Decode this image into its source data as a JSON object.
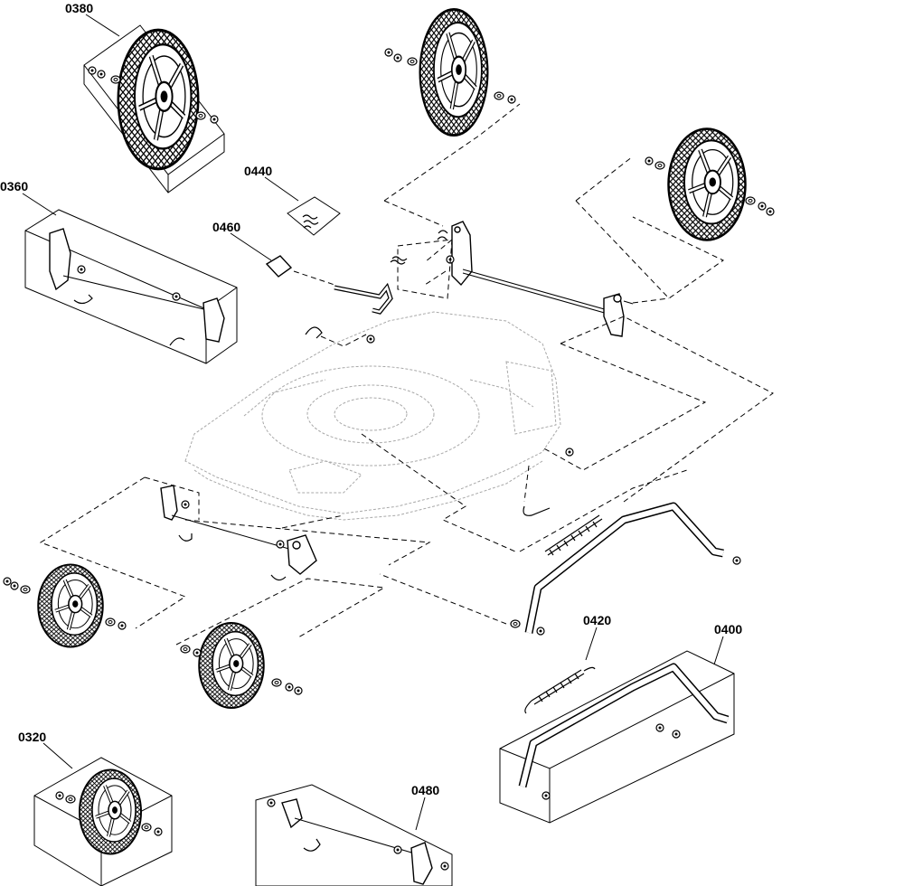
{
  "diagram": {
    "callouts": [
      {
        "id": "c0380",
        "label": "0380"
      },
      {
        "id": "c0360",
        "label": "0360"
      },
      {
        "id": "c0440",
        "label": "0440"
      },
      {
        "id": "c0460",
        "label": "0460"
      },
      {
        "id": "c0420",
        "label": "0420"
      },
      {
        "id": "c0400",
        "label": "0400"
      },
      {
        "id": "c0320",
        "label": "0320"
      },
      {
        "id": "c0480",
        "label": "0480"
      }
    ]
  }
}
